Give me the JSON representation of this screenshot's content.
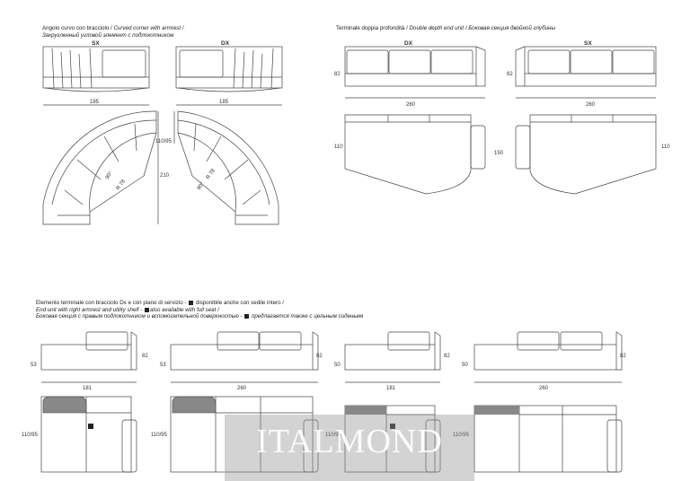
{
  "corner": {
    "caption": [
      "Angolo curvo con bracciolo / ",
      "Curved corner with armrest /",
      "Закругленный угловой элемент с подлокотником"
    ],
    "side_sx": "SX",
    "side_dx": "DX",
    "width": "185",
    "depth": "110/95",
    "height": "210",
    "angle": "90°",
    "radius": "R 78"
  },
  "double": {
    "caption": [
      "Terminale doppia profondità / ",
      "Double depth end unit",
      " / Боковая секция двойной глубины"
    ],
    "side_dx": "DX",
    "side_sx": "SX",
    "width": "260",
    "height": "82",
    "depth_left": "110",
    "depth_mid": "150",
    "depth_right": "110"
  },
  "end_unit": {
    "caption": [
      "Elemento terminale con bracciolo Dx e con piano di servizio - ",
      " disponibile anche con sedile intero /",
      "End unit with right armrest and utility shelf - ",
      "also available with full seat /",
      "Боковая секция с правым подлокотником и вспомогательной поверхностью - ",
      " предлагается также с цельным сиденьем"
    ],
    "units": [
      {
        "left_h": "53",
        "right_h": "82",
        "width": "181",
        "depth": "110/95"
      },
      {
        "left_h": "53",
        "right_h": "82",
        "width": "260",
        "depth": "110/95"
      },
      {
        "left_h": "50",
        "right_h": "82",
        "width": "181",
        "depth": "110/95"
      },
      {
        "left_h": "50",
        "right_h": "82",
        "width": "260",
        "depth": "110/95"
      }
    ]
  },
  "watermark": "ITALMOND"
}
